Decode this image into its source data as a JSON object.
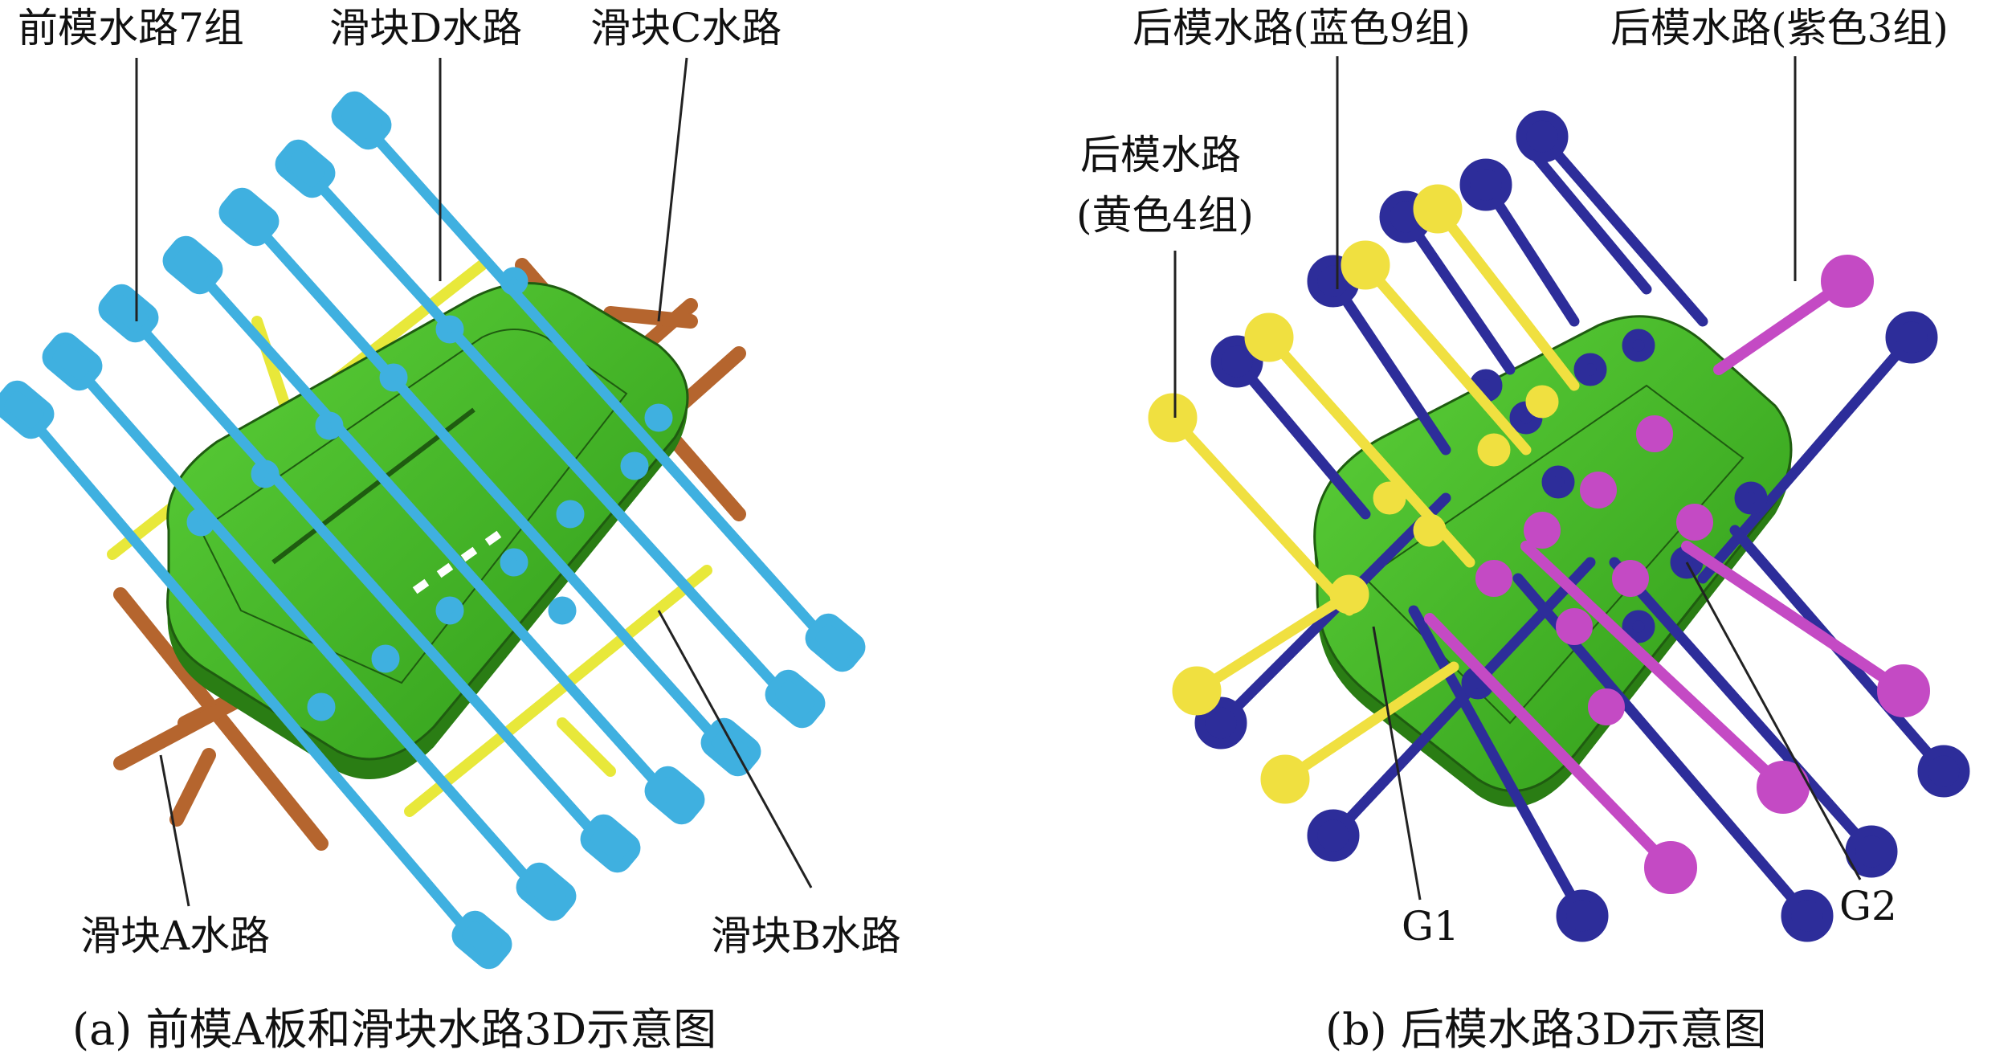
{
  "panel_a": {
    "labels": {
      "front_mold": "前模水路7组",
      "slider_d": "滑块D水路",
      "slider_c": "滑块C水路",
      "slider_a": "滑块A水路",
      "slider_b": "滑块B水路"
    },
    "caption": "(a) 前模A板和滑块水路3D示意图"
  },
  "panel_b": {
    "labels": {
      "rear_blue": "后模水路(蓝色9组)",
      "rear_purple": "后模水路(紫色3组)",
      "rear_yellow_line1": "后模水路",
      "rear_yellow_line2": "(黄色4组)",
      "g1": "G1",
      "g2": "G2"
    },
    "caption": "(b) 后模水路3D示意图"
  },
  "colors": {
    "mold_green": "#3cb31f",
    "mold_green_dark": "#2a7d14",
    "front_pipe_blue": "#3fb0e0",
    "slider_pipe_brown": "#b5652e",
    "yellow_pipe": "#e8e83a",
    "rear_blue": "#2d2d9a",
    "rear_purple": "#c44ac4",
    "rear_yellow": "#f0e040"
  }
}
